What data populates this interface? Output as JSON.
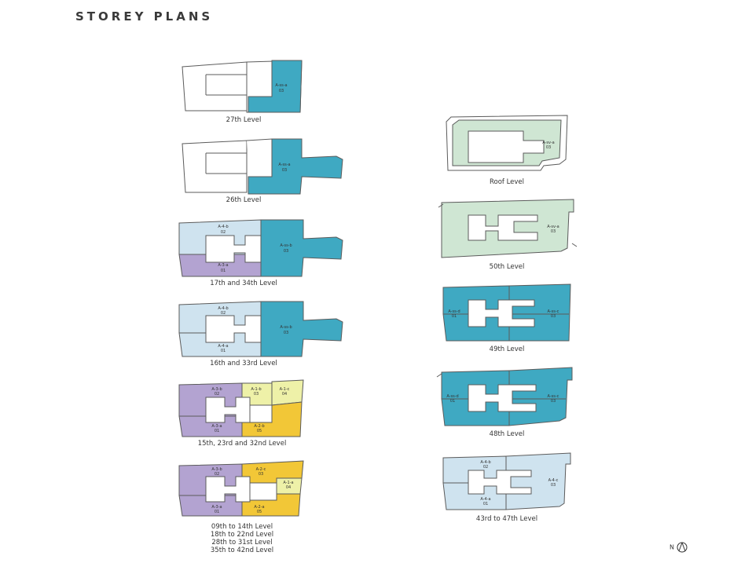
{
  "title": "STOREY PLANS",
  "colors": {
    "white": "#ffffff",
    "teal": "#3fa9c2",
    "light_blue": "#cfe3ef",
    "purple": "#b3a3d1",
    "yellow": "#f2c737",
    "light_yellow": "#eef1a8",
    "mint": "#cfe6d3",
    "outline": "#5b5b5b"
  },
  "plans": {
    "l27": {
      "caption": "27th Level",
      "units": [
        "A-ss-a\n03"
      ]
    },
    "l26": {
      "caption": "26th Level",
      "units": [
        "A-ss-a\n03"
      ]
    },
    "l17": {
      "caption": "17th and 34th Level",
      "units": [
        "A-4-b\n02",
        "A-ss-b\n03",
        "A-3-a\n01"
      ]
    },
    "l16": {
      "caption": "16th and 33rd Level",
      "units": [
        "A-4-b\n02",
        "A-ss-b\n03",
        "A-4-a\n01"
      ]
    },
    "l15": {
      "caption": "15th, 23rd and 32nd Level",
      "units": [
        "A-3-b\n02",
        "A-1-b\n03",
        "A-1-c\n04",
        "A-3-a\n01",
        "A-2-b\n05"
      ]
    },
    "l09": {
      "caption": "09th to 14th Level\n18th to 22nd Level\n28th to 31st Level\n35th to 42nd Level",
      "units": [
        "A-3-b\n02",
        "A-2-c\n03",
        "A-1-a\n04",
        "A-3-a\n01",
        "A-2-a\n05"
      ]
    },
    "roof": {
      "caption": "Roof Level",
      "units": [
        "A-sv-a\n03"
      ]
    },
    "l50": {
      "caption": "50th Level",
      "units": [
        "A-sv-a\n03"
      ]
    },
    "l49": {
      "caption": "49th Level",
      "units": [
        "A-ss-d\n01",
        "A-ss-c\n03"
      ]
    },
    "l48": {
      "caption": "48th Level",
      "units": [
        "A-ss-d\n01",
        "A-ss-c\n03"
      ]
    },
    "l43": {
      "caption": "43rd to 47th Level",
      "units": [
        "A-4-b\n02",
        "A-4-c\n03",
        "A-4-a\n01"
      ]
    }
  },
  "north_label": "N"
}
